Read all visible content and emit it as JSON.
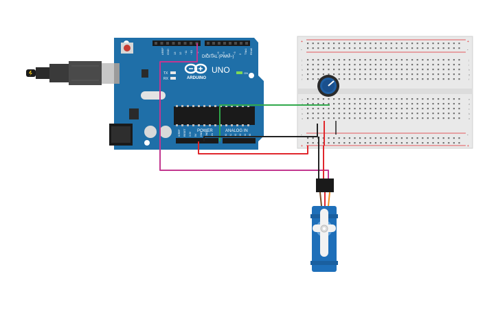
{
  "arduino": {
    "brand": "ARDUINO",
    "model": "UNO",
    "header_digital": "DIGITAL (PWM~)",
    "header_power": "POWER",
    "header_analog": "ANALOG IN",
    "label_on": "ON",
    "label_tx": "TX",
    "label_rx": "RX",
    "label_aref": "AREF",
    "label_gnd": "GND",
    "digital_pins": [
      "13",
      "12",
      "~11",
      "~10",
      "~9",
      "8",
      "7",
      "~6",
      "~5",
      "4",
      "~3",
      "2",
      "TX▸1",
      "RX◂0"
    ],
    "power_pins": [
      "IOREF",
      "RESET",
      "3.3V",
      "5V",
      "GND",
      "GND",
      "Vin"
    ],
    "analog_pins": [
      "A0",
      "A1",
      "A2",
      "A3",
      "A4",
      "A5"
    ]
  },
  "breadboard": {
    "rows": [
      "a",
      "b",
      "c",
      "d",
      "e",
      "f",
      "g",
      "h",
      "i",
      "j"
    ],
    "rail_plus": "+",
    "rail_minus": "-"
  },
  "colors": {
    "arduino_blue": "#1f6fa8",
    "wire_red": "#e0262b",
    "wire_black": "#222222",
    "wire_green": "#2fa84a",
    "wire_magenta": "#c2368f",
    "servo_blue": "#1e6fb9"
  },
  "wires": [
    {
      "name": "5v-wire",
      "color": "red"
    },
    {
      "name": "gnd-wire",
      "color": "black"
    },
    {
      "name": "signal-wire",
      "color": "magenta"
    },
    {
      "name": "analog-wire",
      "color": "green"
    }
  ]
}
